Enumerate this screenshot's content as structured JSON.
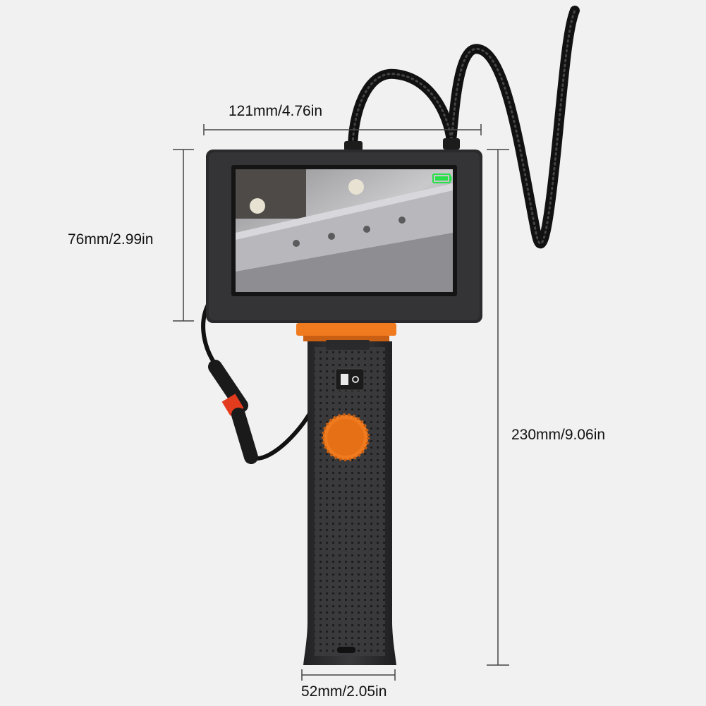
{
  "dimensions": {
    "screen_width": "121mm/4.76in",
    "screen_height": "76mm/2.99in",
    "total_height": "230mm/9.06in",
    "grip_width": "52mm/2.05in"
  },
  "colors": {
    "background": "#f1f1f1",
    "device_body": "#2b2b2d",
    "accent_orange": "#f07a1e",
    "cable": "#111111",
    "battery_green": "#27e04a"
  },
  "icons": {
    "battery": "battery-full-icon",
    "power_switch": "power-switch-icon",
    "control_knob": "rotary-knob-icon"
  },
  "battery_level": 1.0
}
